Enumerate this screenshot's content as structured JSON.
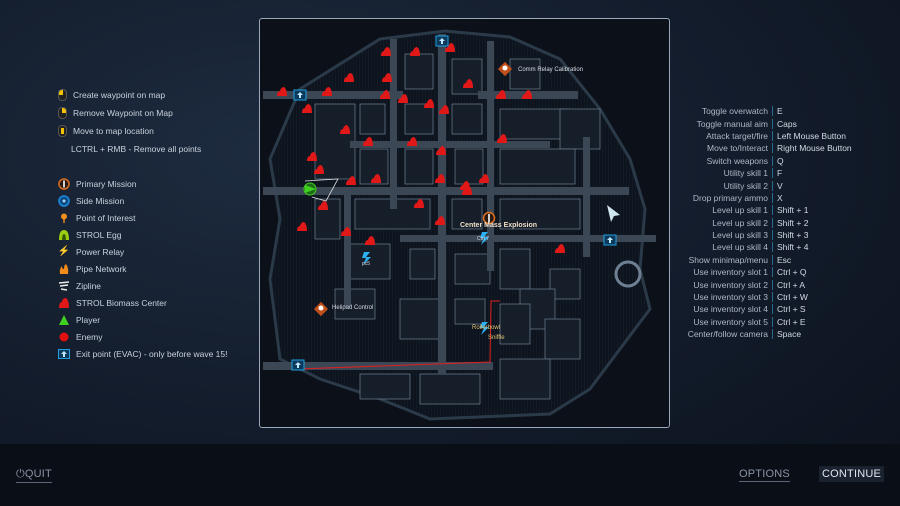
{
  "mouse_controls": [
    {
      "icon": "left-mouse-icon",
      "label": "Create waypoint on map"
    },
    {
      "icon": "right-mouse-icon",
      "label": "Remove Waypoint on Map"
    },
    {
      "icon": "middle-mouse-icon",
      "label": "Move to map location"
    },
    {
      "icon": "",
      "label": "LCTRL + RMB - Remove all points"
    }
  ],
  "legend": [
    {
      "icon": "primary-mission-icon",
      "label": "Primary Mission",
      "color": "#e07020"
    },
    {
      "icon": "side-mission-icon",
      "label": "Side Mission",
      "color": "#1a8ee0"
    },
    {
      "icon": "point-of-interest-icon",
      "label": "Point of Interest",
      "color": "#f0901a"
    },
    {
      "icon": "strol-egg-icon",
      "label": "STROL Egg",
      "color": "#9ad010"
    },
    {
      "icon": "power-relay-icon",
      "label": "Power Relay",
      "color": "#2ab0f0"
    },
    {
      "icon": "pipe-network-icon",
      "label": "Pipe Network",
      "color": "#f08a1a"
    },
    {
      "icon": "zipline-icon",
      "label": "Zipline",
      "color": "#e8e8e8"
    },
    {
      "icon": "strol-biomass-center-icon",
      "label": "STROL Biomass Center",
      "color": "#e01818"
    },
    {
      "icon": "player-icon",
      "label": "Player",
      "color": "#40d020"
    },
    {
      "icon": "enemy-icon",
      "label": "Enemy",
      "color": "#e01010"
    },
    {
      "icon": "exit-point-icon",
      "label": "Exit point (EVAC) - only before wave 15!",
      "color": "#20a0e0"
    }
  ],
  "keybindings": [
    {
      "action": "Toggle overwatch",
      "key": "E"
    },
    {
      "action": "Toggle manual aim",
      "key": "Caps"
    },
    {
      "action": "Attack target/fire",
      "key": "Left Mouse Button"
    },
    {
      "action": "Move to/Interact",
      "key": "Right Mouse Button"
    },
    {
      "action": "Switch weapons",
      "key": "Q"
    },
    {
      "action": "Utility skill 1",
      "key": "F"
    },
    {
      "action": "Utility skill 2",
      "key": "V"
    },
    {
      "action": "Drop primary ammo",
      "key": "X"
    },
    {
      "action": "Level up skill 1",
      "key": "Shift + 1"
    },
    {
      "action": "Level up skill 2",
      "key": "Shift + 2"
    },
    {
      "action": "Level up skill 3",
      "key": "Shift + 3"
    },
    {
      "action": "Level up skill 4",
      "key": "Shift + 4"
    },
    {
      "action": "Show minimap/menu",
      "key": "Esc"
    },
    {
      "action": "Use inventory slot 1",
      "key": "Ctrl + Q"
    },
    {
      "action": "Use inventory slot 2",
      "key": "Ctrl + A"
    },
    {
      "action": "Use inventory slot 3",
      "key": "Ctrl + W"
    },
    {
      "action": "Use inventory slot 4",
      "key": "Ctrl + S"
    },
    {
      "action": "Use inventory slot 5",
      "key": "Ctrl + E"
    },
    {
      "action": "Center/follow camera",
      "key": "Space"
    }
  ],
  "map": {
    "labels": {
      "comm_relay": "Comm Relay Calibration",
      "center_mass": "Center Mass Explosion",
      "ctrl7": "Ctrl 7",
      "helipad": "Helipad Control",
      "pc5": "pc5",
      "rollerbowl": "Rollerbowl",
      "sniffle": "Sniffle"
    }
  },
  "buttons": {
    "quit": "QUIT",
    "options": "OPTIONS",
    "continue": "CONTINUE"
  }
}
